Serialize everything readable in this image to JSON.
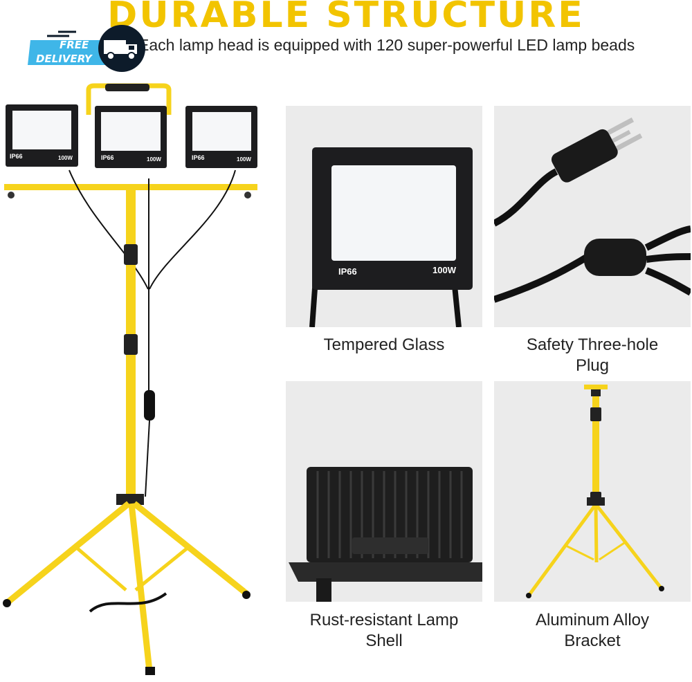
{
  "header": {
    "title": "DURABLE STRUCTURE",
    "subtitle": "Each lamp head is equipped with 120 super-powerful LED lamp beads"
  },
  "badge": {
    "line1": "FREE",
    "line2": "DELIVERY",
    "icon": "truck-icon",
    "color_bg": "#3fb6e8",
    "color_circle": "#0d1b2a"
  },
  "lamps": [
    {
      "rating": "IP66",
      "wattage": "100W"
    },
    {
      "rating": "IP66",
      "wattage": "100W"
    },
    {
      "rating": "IP66",
      "wattage": "100W"
    }
  ],
  "features": [
    {
      "caption_lines": [
        "Tempered Glass"
      ],
      "lamp_label": "100W",
      "rating": "IP66"
    },
    {
      "caption_lines": [
        "Safety Three-hole",
        "Plug"
      ]
    },
    {
      "caption_lines": [
        "Rust-resistant Lamp",
        "Shell"
      ]
    },
    {
      "caption_lines": [
        "Aluminum Alloy",
        "Bracket"
      ]
    }
  ],
  "colors": {
    "accent_yellow": "#f2c400",
    "stand_yellow": "#f6d31c",
    "panel_bg": "#ebebeb",
    "lamp_black": "#1d1d1f"
  }
}
